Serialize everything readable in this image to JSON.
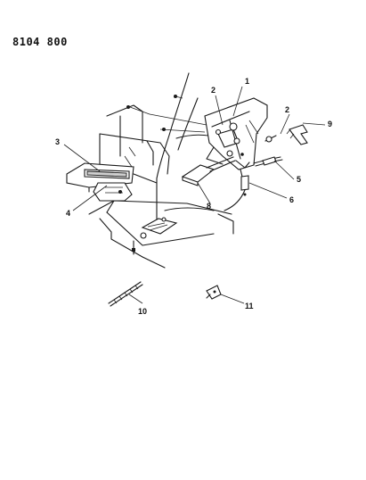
{
  "diagram_code": "8104 800",
  "callouts": {
    "c1": "1",
    "c2a": "2",
    "c2b": "2",
    "c3": "3",
    "c4": "4",
    "c5": "5",
    "c6": "6",
    "c8": "8",
    "c9": "9",
    "c10": "10",
    "c11": "11"
  }
}
